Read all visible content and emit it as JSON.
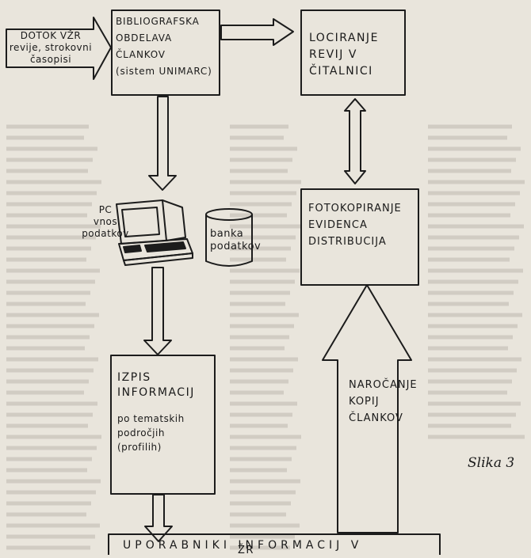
{
  "figure": {
    "caption": "Slika 3",
    "nodes": {
      "inflow": "DOTOK VŽR\nrevije, strokovni\nčasopisi",
      "processing": "BIBLIOGRAFSKA\nOBDELAVA\nČLANKOV\n(sistem UNIMARC)",
      "locating": "LOCIRANJE\nREVIJ V\nČITALNICI",
      "pc": "PC\nvnos\npodatkov",
      "databank": "banka\npodatkov",
      "photocopy": "FOTOKOPIRANJE\nEVIDENCA\nDISTRIBUCIJA",
      "output_title": "IZPIS\nINFORMACIJ",
      "output_sub": "po tematskih\npodročjih\n(profilih)",
      "ordering": "NAROČANJE\nKOPIJ\nČLANKOV",
      "users_line1": "UPORABNIKI INFORMACIJ V",
      "users_line2": "ŽR"
    }
  },
  "colors": {
    "paper": "#e9e5dc",
    "ink": "#1c1c1c",
    "ghost_text": "#b9b4aa"
  }
}
